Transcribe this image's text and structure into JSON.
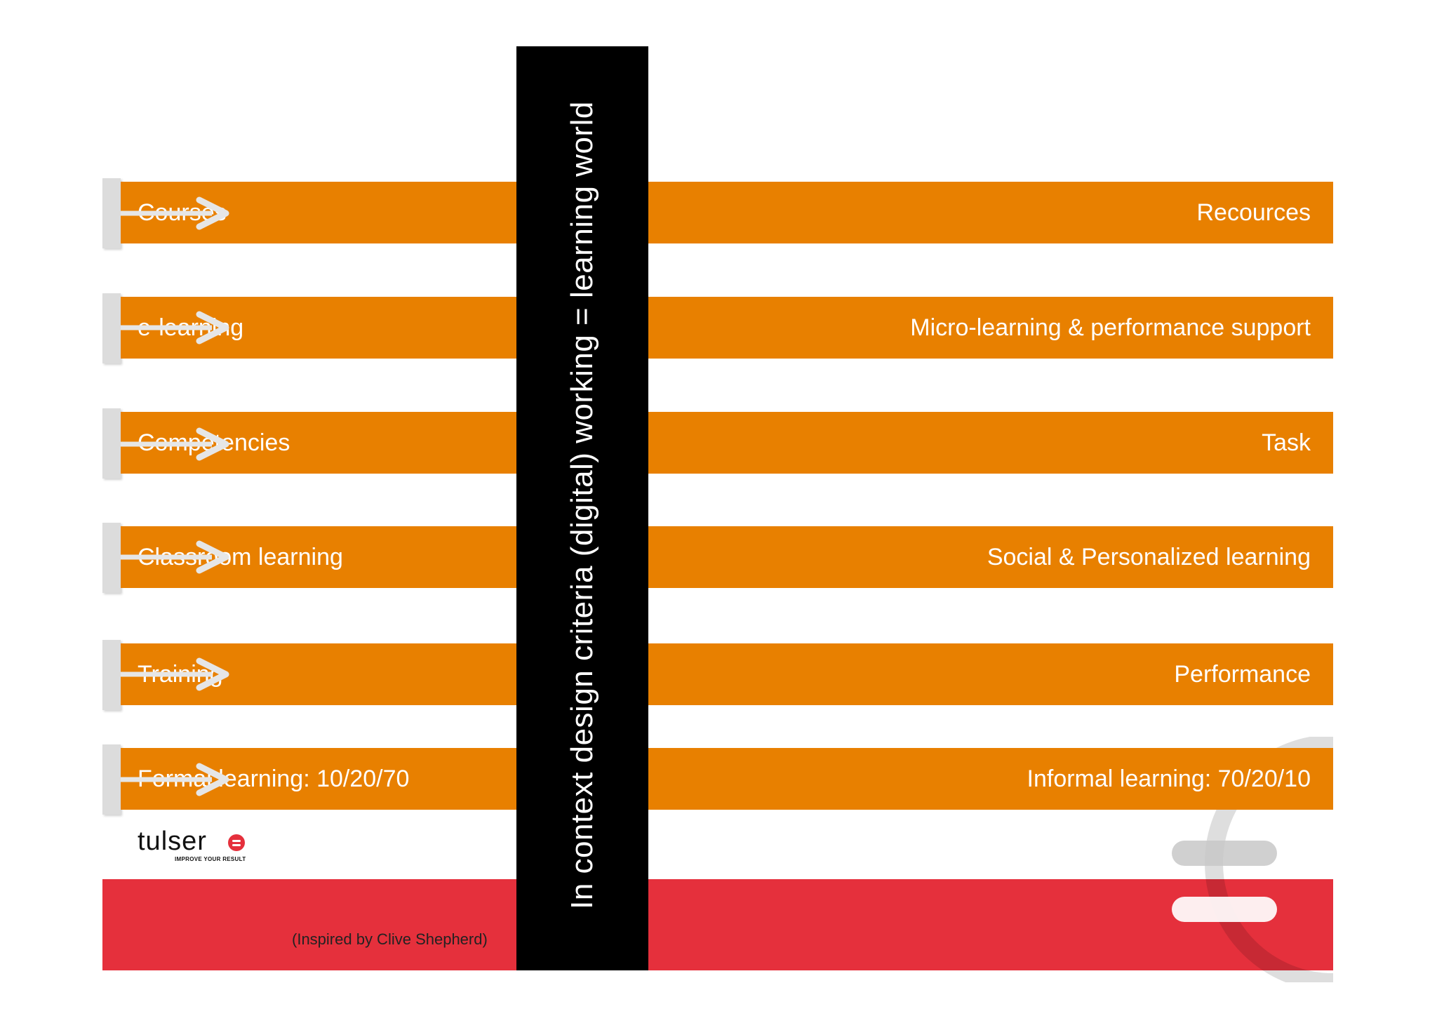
{
  "center_title": "In context design criteria (digital) working = learning world",
  "left_items": [
    "Courses",
    "e-learning",
    "Competencies",
    "Classroom learning",
    "Training",
    "Formal learning: 10/20/70"
  ],
  "right_items": [
    "Recources",
    "Micro-learning & performance support",
    "Task",
    "Social & Personalized learning",
    "Performance",
    "Informal learning: 70/20/10"
  ],
  "credit": "(Inspired by Clive Shepherd)",
  "logo": {
    "name": "tulser",
    "tagline": "IMPROVE YOUR RESULT"
  },
  "colors": {
    "orange": "#e88000",
    "red": "#e5303c",
    "black": "#000000",
    "tab_gray": "#dcdcdc"
  }
}
